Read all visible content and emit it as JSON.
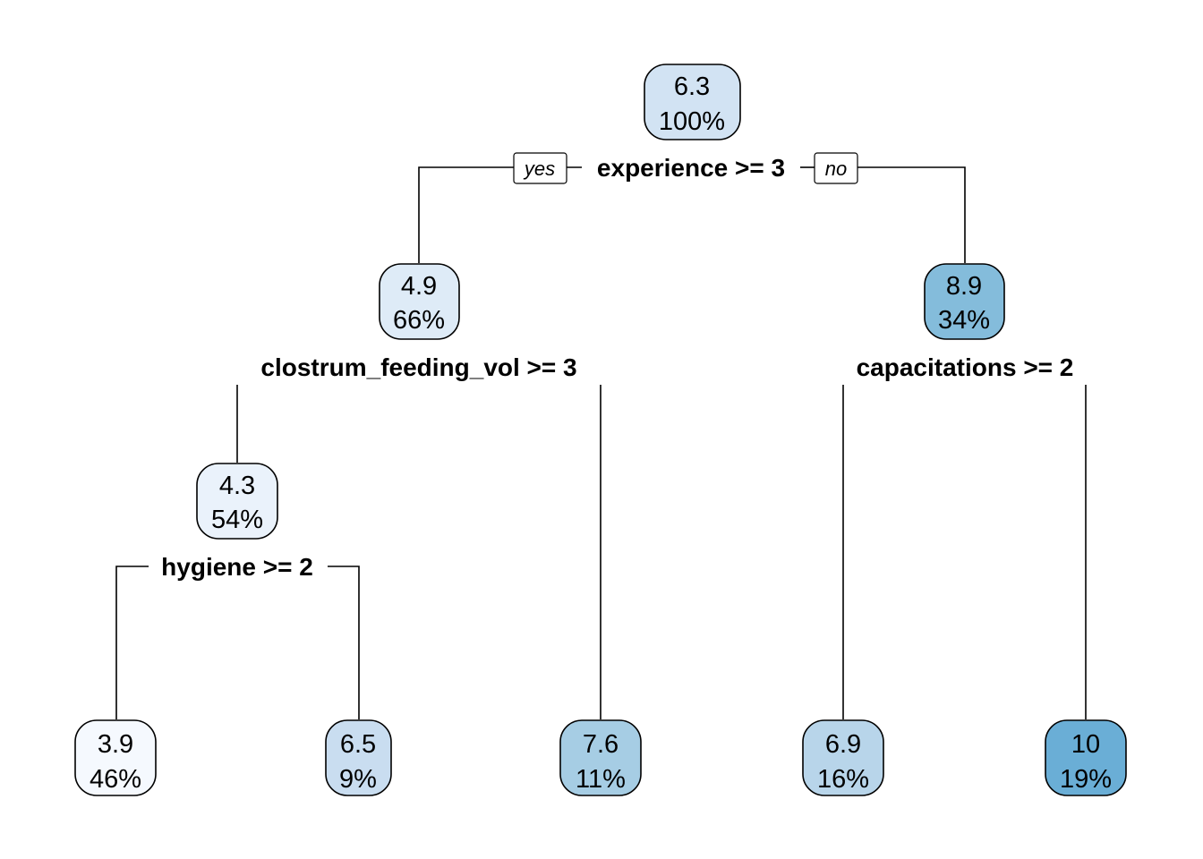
{
  "tree": {
    "branch_labels": {
      "yes": "yes",
      "no": "no"
    },
    "splits": {
      "root": "experience >= 3",
      "left": "clostrum_feeding_vol >= 3",
      "right": "capacitations >= 2",
      "left_left": "hygiene >= 2"
    },
    "nodes": {
      "root": {
        "value": "6.3",
        "percent": "100%",
        "color": "#d2e3f3"
      },
      "n2": {
        "value": "4.9",
        "percent": "66%",
        "color": "#deebf7"
      },
      "n3": {
        "value": "8.9",
        "percent": "34%",
        "color": "#84bcdb"
      },
      "n4": {
        "value": "4.3",
        "percent": "54%",
        "color": "#eaf2fb"
      },
      "leaf_a": {
        "value": "3.9",
        "percent": "46%",
        "color": "#f5f9fe"
      },
      "leaf_b": {
        "value": "6.5",
        "percent": "9%",
        "color": "#c9ddf0"
      },
      "leaf_c": {
        "value": "7.6",
        "percent": "11%",
        "color": "#a6cde4"
      },
      "leaf_d": {
        "value": "6.9",
        "percent": "16%",
        "color": "#b8d5ea"
      },
      "leaf_e": {
        "value": "10",
        "percent": "19%",
        "color": "#6aaed6"
      }
    }
  }
}
